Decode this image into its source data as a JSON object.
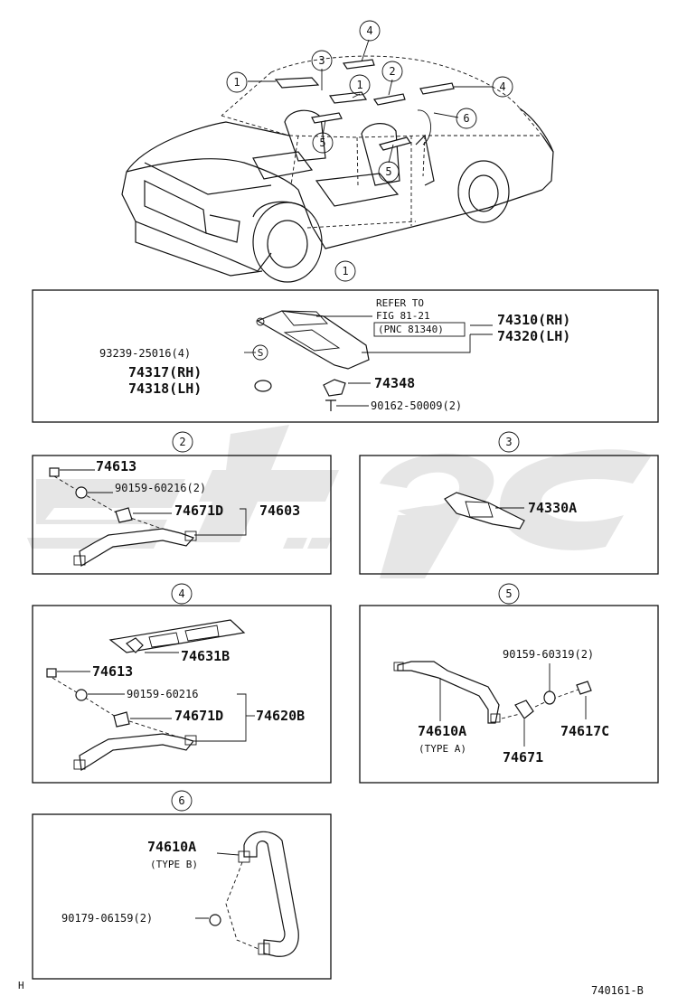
{
  "overview": {
    "callouts": [
      "1",
      "3",
      "4",
      "2",
      "1",
      "4",
      "6",
      "5",
      "5"
    ]
  },
  "section1": {
    "number": "1",
    "refer_lines": [
      "REFER TO",
      "FIG 81-21",
      "(PNC 81340)"
    ],
    "p74310": "74310(RH)",
    "p74320": "74320(LH)",
    "p93239": "93239-25016(4)",
    "s_symbol": "S",
    "p74317": "74317(RH)",
    "p74318": "74318(LH)",
    "p74348": "74348",
    "p90162": "90162-50009(2)"
  },
  "section2": {
    "number": "2",
    "p74613": "74613",
    "p90159": "90159-60216(2)",
    "p74671d": "74671D",
    "p74603": "74603"
  },
  "section3": {
    "number": "3",
    "p74330a": "74330A"
  },
  "section4": {
    "number": "4",
    "p74631b": "74631B",
    "p74613": "74613",
    "p90159": "90159-60216",
    "p74671d": "74671D",
    "p74620b": "74620B"
  },
  "section5": {
    "number": "5",
    "p90159": "90159-60319(2)",
    "p74610a": "74610A",
    "type_a": "(TYPE A)",
    "p74617c": "74617C",
    "p74671": "74671"
  },
  "section6": {
    "number": "6",
    "p74610a": "74610A",
    "type_b": "(TYPE B)",
    "p90179": "90179-06159(2)"
  },
  "footer": {
    "left_mark": "H",
    "code": "740161-B"
  }
}
